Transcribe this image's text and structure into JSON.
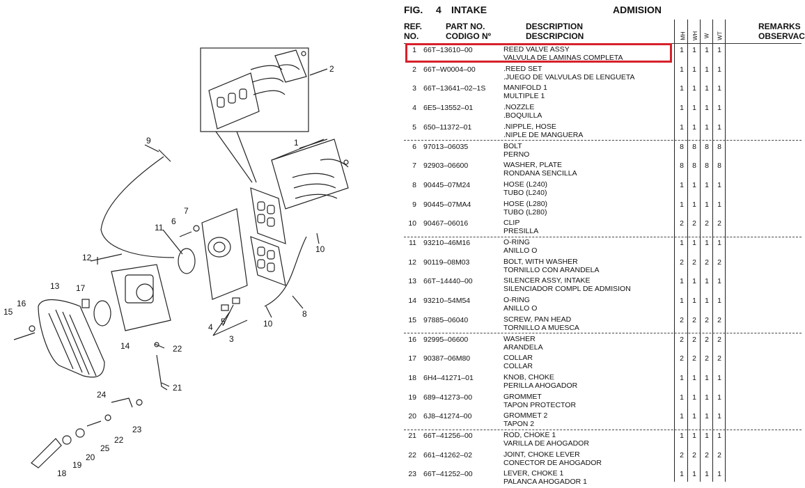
{
  "figure": {
    "fig_label": "FIG.",
    "fig_number": "4",
    "title_en": "INTAKE",
    "title_es": "ADMISION"
  },
  "headers": {
    "ref_1": "REF.",
    "ref_2": "NO.",
    "part_1": "PART NO.",
    "part_2": "CODIGO Nº",
    "desc_1": "DESCRIPTION",
    "desc_2": "DESCRIPCION",
    "remarks_1": "REMARKS",
    "remarks_2": "OBSERVAC",
    "models": [
      "MH",
      "WH",
      "W",
      "WT"
    ]
  },
  "parts": [
    {
      "ref": "1",
      "part_no": "66T–13610–00",
      "desc_en": "REED VALVE ASSY",
      "desc_es": "VALVULA DE LAMINAS COMPLETA",
      "qty": [
        "1",
        "1",
        "1",
        "1"
      ]
    },
    {
      "ref": "2",
      "part_no": "66T–W0004–00",
      "desc_en": ".REED SET",
      "desc_es": ".JUEGO DE VALVULAS DE LENGUETA",
      "qty": [
        "1",
        "1",
        "1",
        "1"
      ]
    },
    {
      "ref": "3",
      "part_no": "66T–13641–02–1S",
      "desc_en": "MANIFOLD 1",
      "desc_es": "MULTIPLE 1",
      "qty": [
        "1",
        "1",
        "1",
        "1"
      ]
    },
    {
      "ref": "4",
      "part_no": "6E5–13552–01",
      "desc_en": ".NOZZLE",
      "desc_es": ".BOQUILLA",
      "qty": [
        "1",
        "1",
        "1",
        "1"
      ]
    },
    {
      "ref": "5",
      "part_no": "650–11372–01",
      "desc_en": ".NIPPLE, HOSE",
      "desc_es": ".NIPLE DE MANGUERA",
      "qty": [
        "1",
        "1",
        "1",
        "1"
      ]
    },
    {
      "ref": "6",
      "part_no": "97013–06035",
      "desc_en": "BOLT",
      "desc_es": "PERNO",
      "qty": [
        "8",
        "8",
        "8",
        "8"
      ]
    },
    {
      "ref": "7",
      "part_no": "92903–06600",
      "desc_en": "WASHER, PLATE",
      "desc_es": "RONDANA  SENCILLA",
      "qty": [
        "8",
        "8",
        "8",
        "8"
      ]
    },
    {
      "ref": "8",
      "part_no": "90445–07M24",
      "desc_en": "HOSE (L240)",
      "desc_es": "TUBO (L240)",
      "qty": [
        "1",
        "1",
        "1",
        "1"
      ]
    },
    {
      "ref": "9",
      "part_no": "90445–07MA4",
      "desc_en": "HOSE (L280)",
      "desc_es": "TUBO (L280)",
      "qty": [
        "1",
        "1",
        "1",
        "1"
      ]
    },
    {
      "ref": "10",
      "part_no": "90467–06016",
      "desc_en": "CLIP",
      "desc_es": "PRESILLA",
      "qty": [
        "2",
        "2",
        "2",
        "2"
      ]
    },
    {
      "ref": "11",
      "part_no": "93210–46M16",
      "desc_en": "O-RING",
      "desc_es": "ANILLO O",
      "qty": [
        "1",
        "1",
        "1",
        "1"
      ]
    },
    {
      "ref": "12",
      "part_no": "90119–08M03",
      "desc_en": "BOLT, WITH WASHER",
      "desc_es": "TORNILLO CON ARANDELA",
      "qty": [
        "2",
        "2",
        "2",
        "2"
      ]
    },
    {
      "ref": "13",
      "part_no": "66T–14440–00",
      "desc_en": "SILENCER ASSY, INTAKE",
      "desc_es": "SILENCIADOR COMPL  DE ADMISION",
      "qty": [
        "1",
        "1",
        "1",
        "1"
      ]
    },
    {
      "ref": "14",
      "part_no": "93210–54M54",
      "desc_en": "O-RING",
      "desc_es": "ANILLO O",
      "qty": [
        "1",
        "1",
        "1",
        "1"
      ]
    },
    {
      "ref": "15",
      "part_no": "97885–06040",
      "desc_en": "SCREW, PAN HEAD",
      "desc_es": "TORNILLO A MUESCA",
      "qty": [
        "2",
        "2",
        "2",
        "2"
      ]
    },
    {
      "ref": "16",
      "part_no": "92995–06600",
      "desc_en": "WASHER",
      "desc_es": "ARANDELA",
      "qty": [
        "2",
        "2",
        "2",
        "2"
      ]
    },
    {
      "ref": "17",
      "part_no": "90387–06M80",
      "desc_en": "COLLAR",
      "desc_es": "COLLAR",
      "qty": [
        "2",
        "2",
        "2",
        "2"
      ]
    },
    {
      "ref": "18",
      "part_no": "6H4–41271–01",
      "desc_en": "KNOB, CHOKE",
      "desc_es": "PERILLA  AHOGADOR",
      "qty": [
        "1",
        "1",
        "1",
        "1"
      ]
    },
    {
      "ref": "19",
      "part_no": "689–41273–00",
      "desc_en": "GROMMET",
      "desc_es": "TAPON PROTECTOR",
      "qty": [
        "1",
        "1",
        "1",
        "1"
      ]
    },
    {
      "ref": "20",
      "part_no": "6J8–41274–00",
      "desc_en": "GROMMET 2",
      "desc_es": "TAPON 2",
      "qty": [
        "1",
        "1",
        "1",
        "1"
      ]
    },
    {
      "ref": "21",
      "part_no": "66T–41256–00",
      "desc_en": "ROD, CHOKE 1",
      "desc_es": "VARILLA DE AHOGADOR",
      "qty": [
        "1",
        "1",
        "1",
        "1"
      ]
    },
    {
      "ref": "22",
      "part_no": "661–41262–02",
      "desc_en": "JOINT, CHOKE LEVER",
      "desc_es": "CONECTOR DE AHOGADOR",
      "qty": [
        "2",
        "2",
        "2",
        "2"
      ]
    },
    {
      "ref": "23",
      "part_no": "66T–41252–00",
      "desc_en": "LEVER, CHOKE 1",
      "desc_es": "PALANCA  AHOGADOR 1",
      "qty": [
        "1",
        "1",
        "1",
        "1"
      ]
    }
  ],
  "diagram": {
    "callouts": [
      "1",
      "2",
      "3",
      "4",
      "5",
      "6",
      "7",
      "8",
      "9",
      "10",
      "10",
      "11",
      "12",
      "13",
      "14",
      "15",
      "16",
      "17",
      "18",
      "19",
      "20",
      "21",
      "22",
      "22",
      "23",
      "24",
      "25"
    ]
  },
  "colors": {
    "highlight": "#d6202a",
    "ink": "#111111"
  }
}
